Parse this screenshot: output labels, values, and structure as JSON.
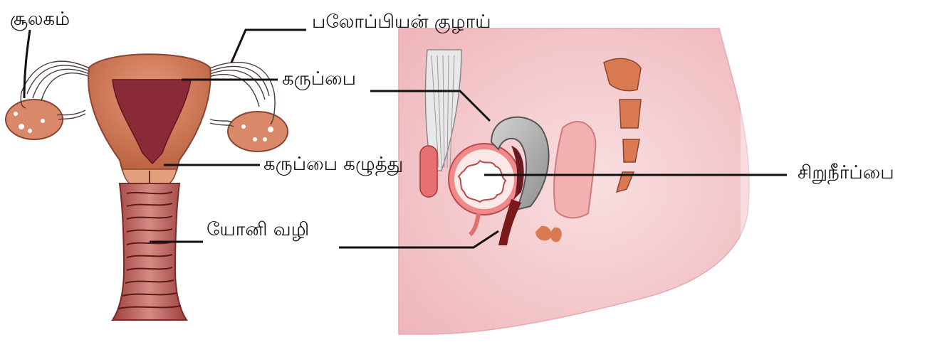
{
  "labels": {
    "ovary": "சூலகம்",
    "fallopian_tube": "பலோப்பியன் குழாய்",
    "uterus": "கருப்பை",
    "cervix": "கருப்பை கழுத்து",
    "vagina": "யோனி வழி",
    "bladder": "சிறுநீர்ப்பை"
  },
  "colors": {
    "uterus_outer": "#c8704f",
    "uterus_inner": "#8a2a36",
    "ovary": "#d9886a",
    "tube_lines": "#4a3a38",
    "body_pink": "#f4c8cc",
    "bladder_grey": "#b9b9b9",
    "spine_orange": "#d97a52"
  }
}
